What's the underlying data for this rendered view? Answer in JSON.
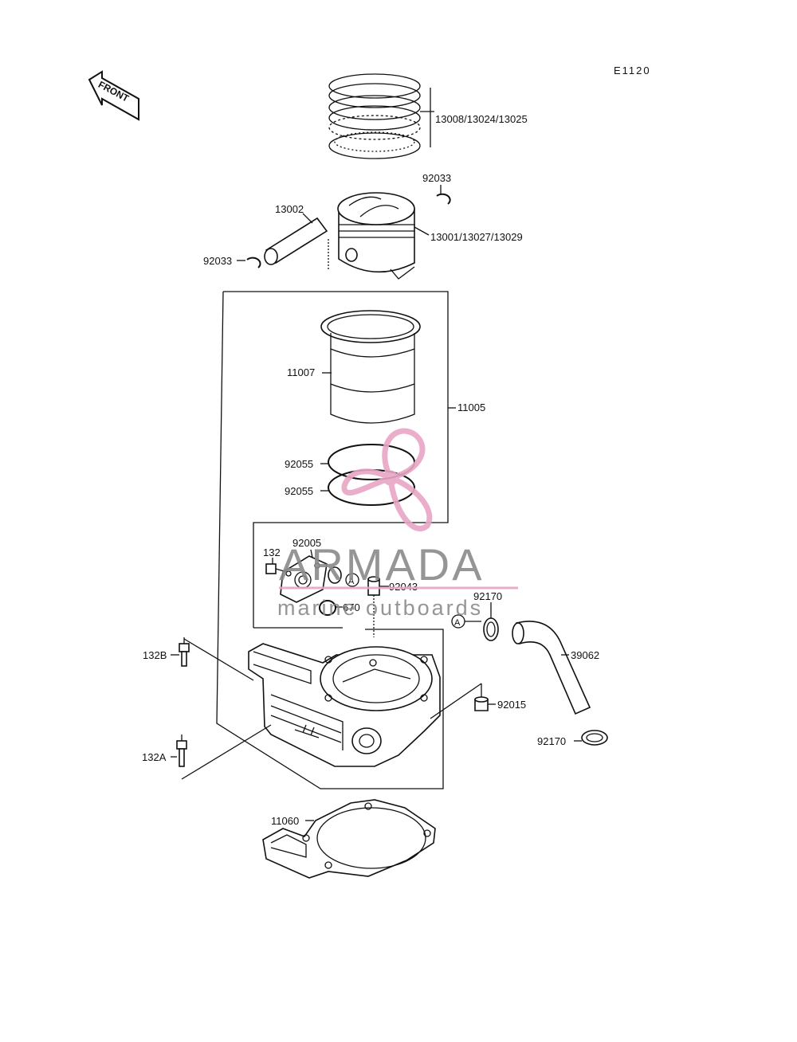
{
  "code": "E1120",
  "front_label": "FRONT",
  "labels": {
    "rings": "13008/13024/13025",
    "clip_right": "92033",
    "pin": "13002",
    "piston": "13001/13027/13029",
    "clip_left": "92033",
    "sleeve": "11007",
    "cylinder": "11005",
    "oring_upper": "92055",
    "oring_lower": "92055",
    "fitting": "92005",
    "bolt_fitting": "132",
    "dowel": "92043",
    "oring_small": "670",
    "clamp_upper": "92170",
    "hose": "39062",
    "bolt_b": "132B",
    "nut": "92015",
    "bolt_a": "132A",
    "clamp_lower": "92170",
    "gasket": "11060",
    "ref_a1": "A",
    "ref_a2": "A"
  },
  "watermark": {
    "brand": "ARMADA",
    "tagline": "marine outboards",
    "color": "#e8a6c6"
  }
}
